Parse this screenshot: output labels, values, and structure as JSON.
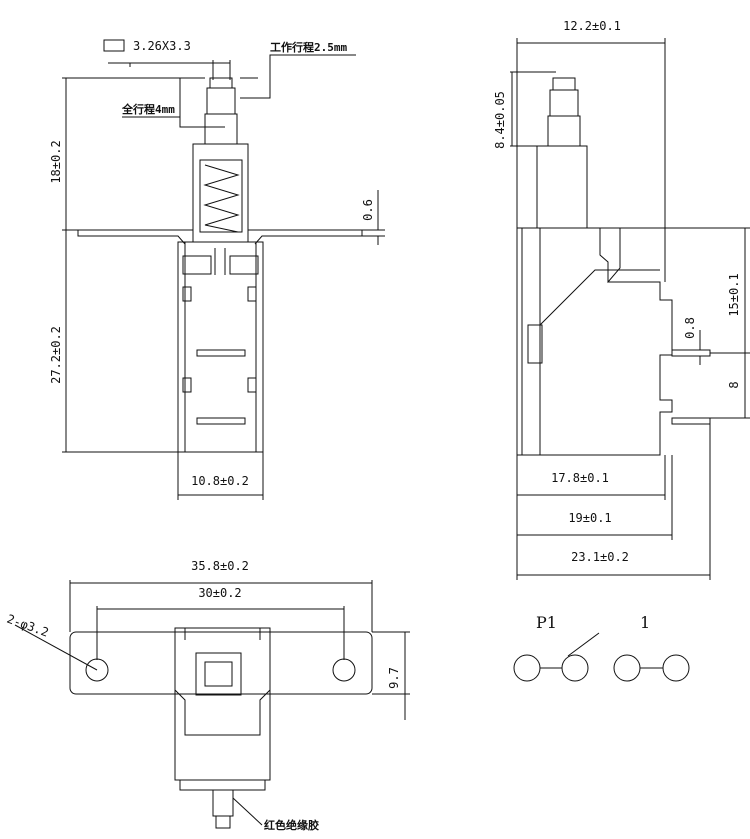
{
  "front_view": {
    "button_size": "3.26X3.3",
    "work_travel": "工作行程2.5mm",
    "full_travel": "全行程4mm",
    "height_top": "18±0.2",
    "height_body": "27.2±0.2",
    "flange_thickness": "0.6",
    "body_width": "10.8±0.2"
  },
  "side_view": {
    "total_width": "12.2±0.1",
    "plunger_height": "8.4±0.05",
    "body_height": "15±0.1",
    "pin_thickness": "0.8",
    "pin_length": "8",
    "width_1": "17.8±0.1",
    "width_2": "19±0.1",
    "width_3": "23.1±0.2"
  },
  "bottom_view": {
    "overall_length": "35.8±0.2",
    "hole_spacing": "30±0.2",
    "holes": "2-φ3.2",
    "flange_height": "9.7",
    "wire_label": "红色绝缘胶"
  },
  "schematic": {
    "label_left": "P1",
    "label_right": "1"
  }
}
